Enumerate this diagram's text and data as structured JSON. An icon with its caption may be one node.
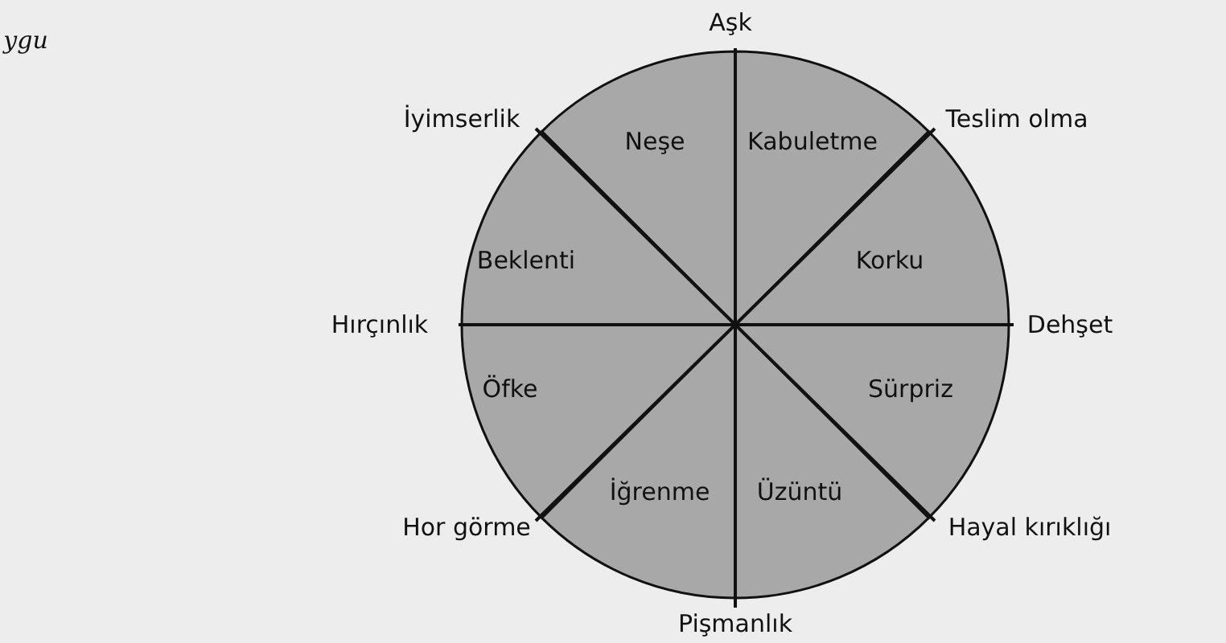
{
  "diagram": {
    "nodes": [
      {
        "text": [
          "Neşe"
        ]
      },
      {
        "text": [
          "Kabuletme"
        ]
      },
      {
        "text": [
          "Beklenti"
        ]
      },
      {
        "text": [
          "Korku"
        ]
      },
      {
        "text": [
          "Öfke"
        ]
      },
      {
        "text": [
          "Sürpriz"
        ]
      },
      {
        "text": [
          "İğrenme"
        ]
      },
      {
        "text": [
          "Üzüntü"
        ]
      }
    ],
    "labels": [
      "ygu",
      "Aşk",
      "İyimserlik",
      "Teslim olma",
      "Hırçınlık",
      "Dehşet",
      "Hor görme",
      "Hayal kırıklığı",
      "Pişmanlık"
    ]
  }
}
